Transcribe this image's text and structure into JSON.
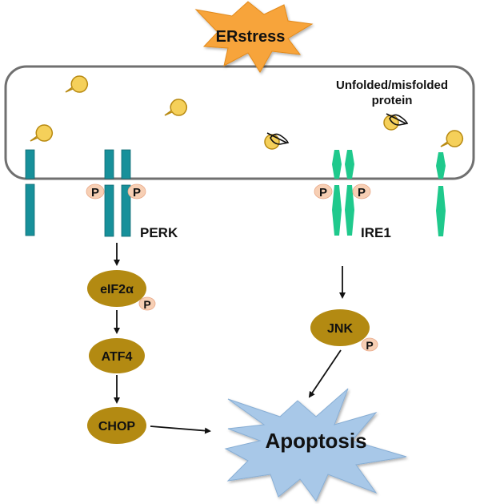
{
  "title": "ER stress signaling to apoptosis",
  "stress_label": "ERstress",
  "er_membrane": {
    "annotation_line1": "Unfolded/misfolded",
    "annotation_line2": "protein"
  },
  "receptors": {
    "perk": {
      "label": "PERK",
      "phospho": [
        "P",
        "P"
      ]
    },
    "ire1": {
      "label": "IRE1",
      "phospho": [
        "P",
        "P"
      ]
    }
  },
  "pathway_left": [
    {
      "label": "eIF2α",
      "phospho": "P"
    },
    {
      "label": "ATF4"
    },
    {
      "label": "CHOP"
    }
  ],
  "pathway_right": [
    {
      "label": "JNK",
      "phospho": "P"
    }
  ],
  "outcome_label": "Apoptosis",
  "colors": {
    "perk": "#17909a",
    "ire1": "#1fc98c",
    "chaperone": "#f5d05a",
    "chaperone_stroke": "#b88a12",
    "node": "#b38a12",
    "phospho": "#f7cfb4",
    "stress": "#f7a43a",
    "apoptosis": "#a8c8e8",
    "membrane": "#707070"
  }
}
